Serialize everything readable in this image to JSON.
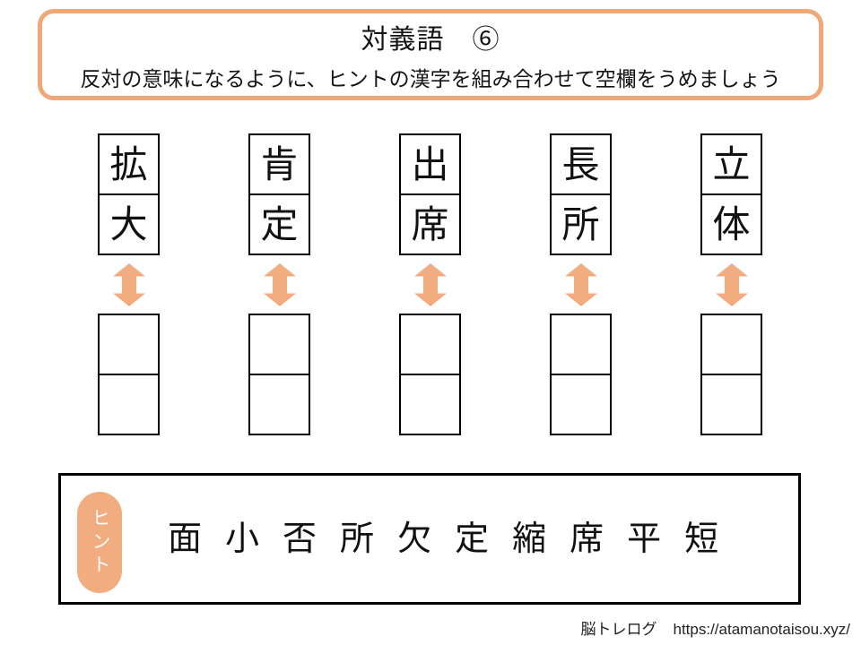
{
  "header": {
    "title": "対義語　⑥",
    "subtitle": "反対の意味になるように、ヒントの漢字を組み合わせて空欄をうめましょう"
  },
  "puzzle": {
    "pairs": [
      {
        "top": "拡",
        "bottom": "大"
      },
      {
        "top": "肯",
        "bottom": "定"
      },
      {
        "top": "出",
        "bottom": "席"
      },
      {
        "top": "長",
        "bottom": "所"
      },
      {
        "top": "立",
        "bottom": "体"
      }
    ],
    "answer_cells_per_column": 2
  },
  "hint": {
    "label": "ヒント",
    "characters": [
      "面",
      "小",
      "否",
      "所",
      "欠",
      "定",
      "縮",
      "席",
      "平",
      "短"
    ]
  },
  "footer": {
    "site_name": "脳トレログ",
    "url": "https://atamanotaisou.xyz/"
  },
  "colors": {
    "accent_orange": "#F1AC80",
    "header_border": "#F0A878",
    "box_border": "#000000"
  }
}
